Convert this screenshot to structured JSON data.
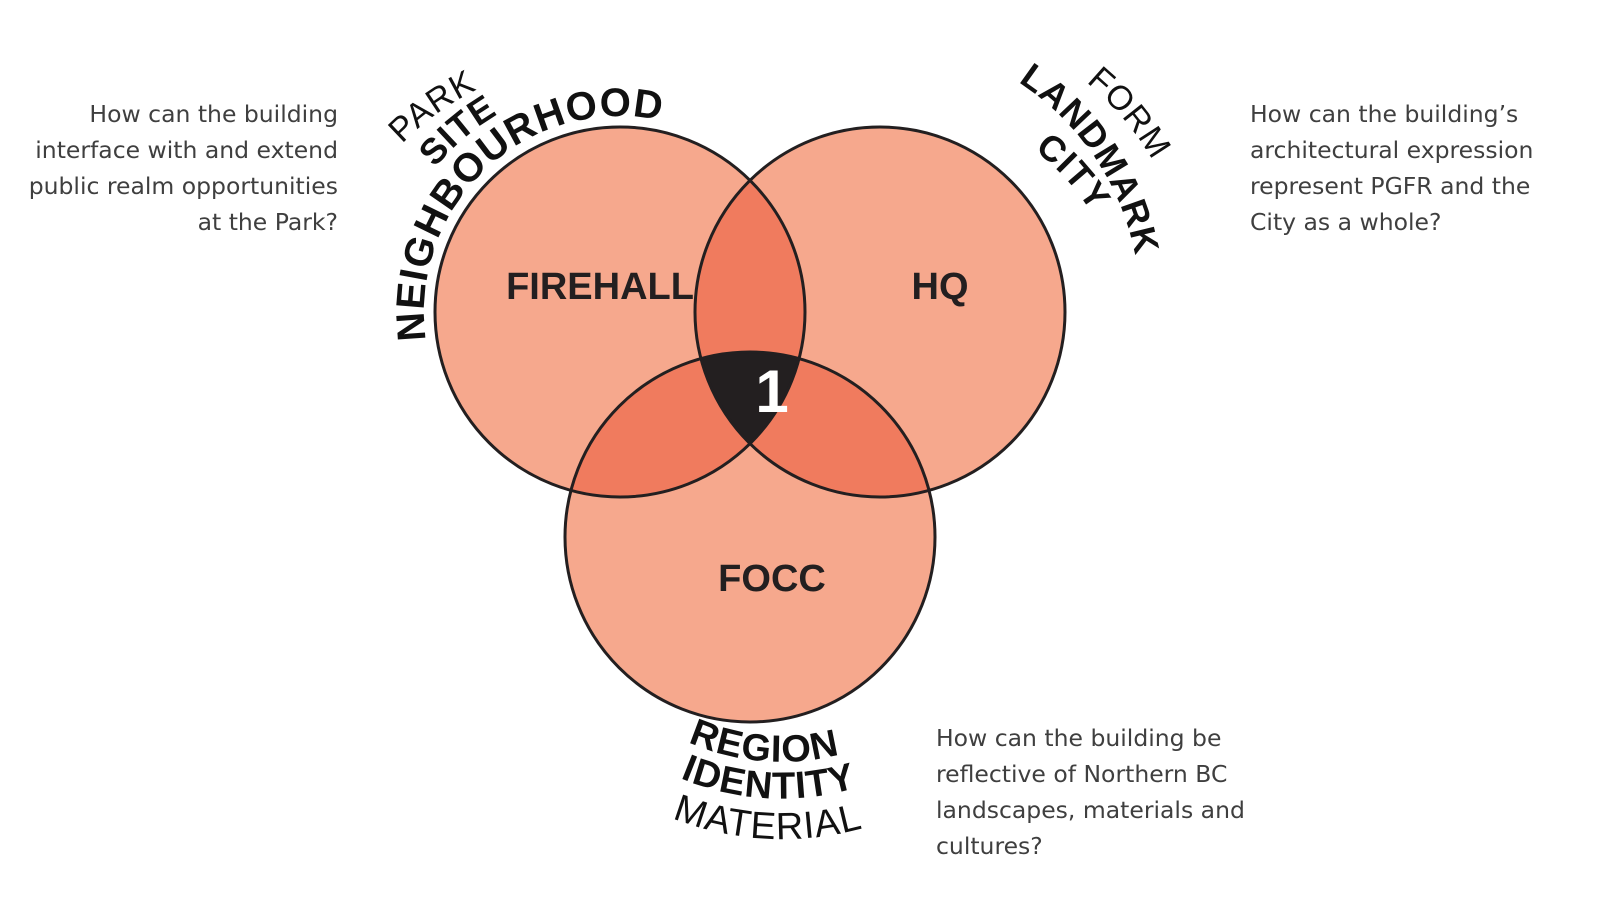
{
  "colors": {
    "circle_fill": "#f6a88d",
    "overlap_fill": "#f07b5e",
    "center_fill": "#231f20",
    "stroke": "#231f20"
  },
  "circles": {
    "top_left": "FIREHALL",
    "top_right": "HQ",
    "bottom": "FOCC",
    "center": "1"
  },
  "arc_labels": {
    "top_left": [
      "NEIGHBOURHOOD",
      "SITE",
      "PARK"
    ],
    "top_right": [
      "LANDMARK",
      "CITY",
      "FORM"
    ],
    "bottom": [
      "REGION",
      "IDENTITY",
      "MATERIAL"
    ]
  },
  "questions": {
    "left": "How can the building\ninterface with and extend\npublic realm opportunities\nat the Park?",
    "right": "How can the building’s\narchitectural expression\nrepresent PGFR and the\nCity as a whole?",
    "bottom": "How can the building be\nreflective of Northern BC\nlandscapes, materials and\ncultures?"
  }
}
